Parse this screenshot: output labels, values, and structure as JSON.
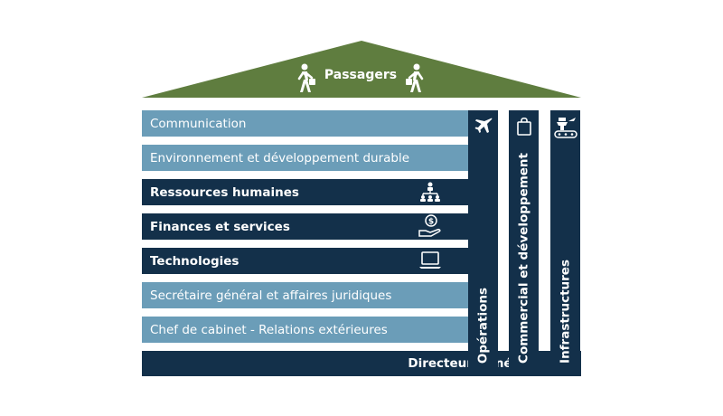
{
  "roof": {
    "title": "Passagers",
    "color": "#5f7d3f",
    "icons": [
      "walking-person-with-bag-icon",
      "walking-person-with-bag-icon"
    ]
  },
  "departments": [
    {
      "label": "Communication",
      "style": "light"
    },
    {
      "label": "Environnement et développement durable",
      "style": "light"
    },
    {
      "label": "Ressources humaines",
      "style": "dark",
      "icon": "organization-chart-icon"
    },
    {
      "label": "Finances et services",
      "style": "dark",
      "icon": "money-hand-icon"
    },
    {
      "label": "Technologies",
      "style": "dark",
      "icon": "laptop-icon"
    },
    {
      "label": "Secrétaire général et affaires juridiques",
      "style": "light"
    },
    {
      "label": "Chef de cabinet - Relations extérieures",
      "style": "light"
    }
  ],
  "base": {
    "label": "Directeur Général"
  },
  "pillars": [
    {
      "label": "Opérations",
      "icon": "airplane-icon"
    },
    {
      "label": "Commercial et développement",
      "icon": "shopping-bag-icon"
    },
    {
      "label": "Infrastructures",
      "icon": "control-tower-icon"
    }
  ],
  "colors": {
    "light": "#6b9db8",
    "dark": "#13304a",
    "roof": "#5f7d3f"
  }
}
